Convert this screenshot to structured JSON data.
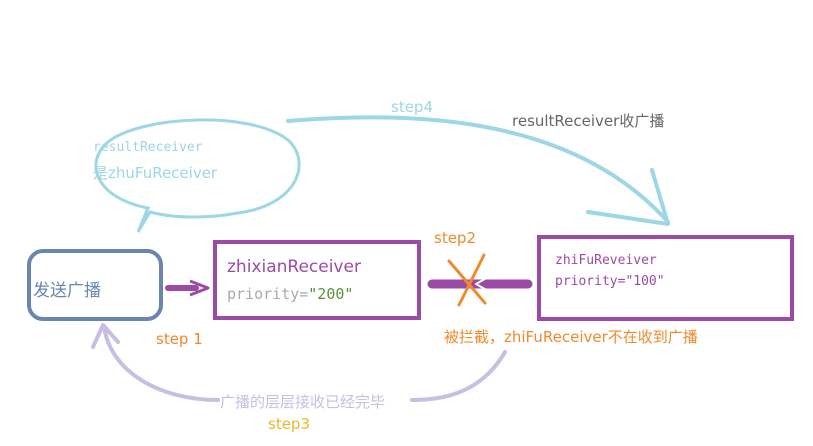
{
  "bubble": {
    "line1": "resultReceiver",
    "line2": "是zhuFuReceiver"
  },
  "sender": {
    "label": "发送广播"
  },
  "zhixian": {
    "name": "zhixianReceiver",
    "priority_key": "priority=",
    "priority_value": "\"200\""
  },
  "zhifu": {
    "name": "zhiFuReveiver",
    "priority": "priority=\"100\""
  },
  "steps": {
    "step1": "step 1",
    "step2": "step2",
    "step3": "step3",
    "step4": "step4"
  },
  "notes": {
    "result_receives": "resultReceiver收广播",
    "intercepted": "被拦截，zhiFuReceiver不在收到广播",
    "layers_done": "广播的层层接收已经完毕"
  },
  "colors": {
    "light_blue": "#9dd6e5",
    "sender_blue": "#6a86b0",
    "purple": "#9b4ba6",
    "orange": "#f08a2c",
    "lavender": "#c7bfe2",
    "green": "#5a8f3e",
    "gray": "#666666",
    "step3_yellow": "#e8b82a"
  }
}
